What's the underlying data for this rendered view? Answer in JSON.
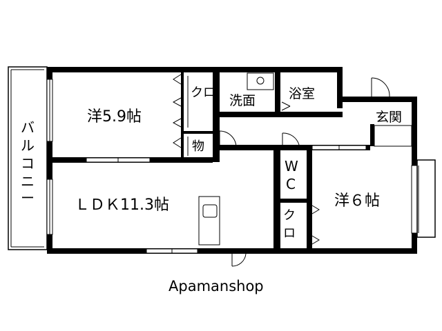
{
  "rooms": {
    "western_1": "洋5.9帖",
    "ldk": "ＬＤＫ11.3帖",
    "western_2": "洋６帖",
    "closet_1": "クロ",
    "closet_2": "クロ",
    "storage": "物",
    "washroom": "洗面",
    "bathroom": "浴室",
    "entrance": "玄関",
    "wc_1": "W",
    "wc_2": "C",
    "balcony": [
      "バ",
      "ル",
      "コ",
      "ニ",
      "ー"
    ]
  },
  "brand": "Apamanshop"
}
